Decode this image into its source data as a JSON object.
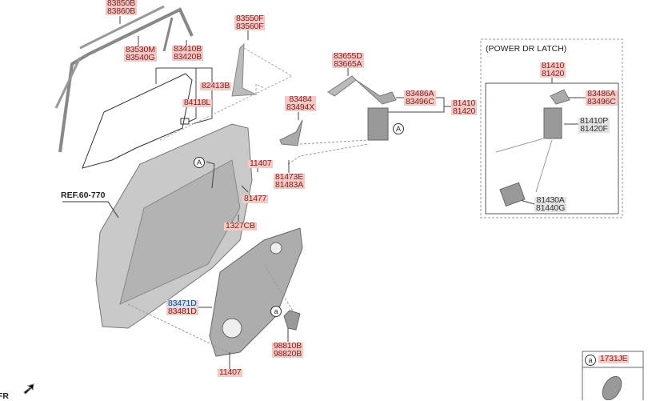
{
  "diagram": {
    "parts": [
      {
        "id": "p1",
        "codes": [
          "83850B",
          "83860B"
        ]
      },
      {
        "id": "p2",
        "codes": [
          "83530M",
          "83540G"
        ]
      },
      {
        "id": "p3",
        "codes": [
          "83410B",
          "83420B"
        ]
      },
      {
        "id": "p4",
        "codes": [
          "82413B"
        ]
      },
      {
        "id": "p5",
        "codes": [
          "84118L"
        ]
      },
      {
        "id": "p6",
        "codes": [
          "83550F",
          "83560F"
        ]
      },
      {
        "id": "p7",
        "codes": [
          "83484",
          "83494X"
        ]
      },
      {
        "id": "p8",
        "codes": [
          "83655D",
          "83665A"
        ]
      },
      {
        "id": "p9",
        "codes": [
          "83486A",
          "83496C"
        ]
      },
      {
        "id": "p10",
        "codes": [
          "81410",
          "81420"
        ]
      },
      {
        "id": "p11",
        "codes": [
          "11407"
        ]
      },
      {
        "id": "p12",
        "codes": [
          "81473E",
          "81483A"
        ]
      },
      {
        "id": "p13",
        "codes": [
          "81477"
        ]
      },
      {
        "id": "p14",
        "codes": [
          "1327CB"
        ]
      },
      {
        "id": "p15",
        "codes": [
          "83471D",
          "83481D"
        ]
      },
      {
        "id": "p16",
        "codes": [
          "98810B",
          "98820B"
        ]
      },
      {
        "id": "p17",
        "codes": [
          "11407"
        ]
      }
    ],
    "reference": "REF.60-770",
    "callout_A": "A",
    "callout_a": "a",
    "power_latch": {
      "title": "(POWER DR LATCH)",
      "parts": [
        {
          "codes": [
            "81410",
            "81420"
          ]
        },
        {
          "codes": [
            "83486A",
            "83496C"
          ]
        },
        {
          "codes": [
            "81410P",
            "81420F"
          ]
        },
        {
          "codes": [
            "81430A",
            "81440G"
          ]
        }
      ]
    },
    "inset": {
      "callout": "a",
      "code": "1731JE"
    },
    "front_indicator": "FR"
  }
}
